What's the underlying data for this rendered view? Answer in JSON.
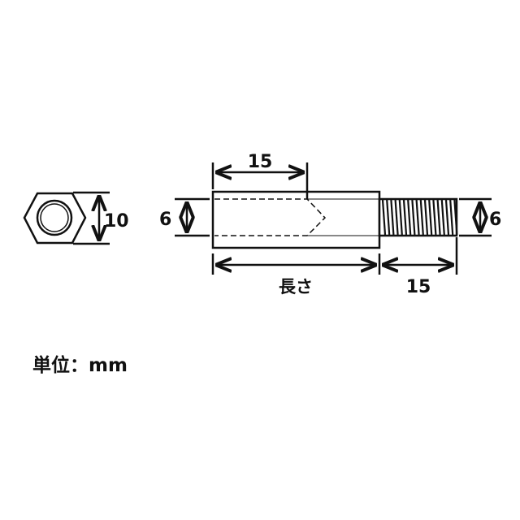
{
  "labels": {
    "hex_width": "10",
    "bore_depth": "15",
    "bore_diameter": "6",
    "thread_diameter": "6",
    "body_length": "長さ",
    "thread_length": "15"
  },
  "unit_text": "単位：mm",
  "colors": {
    "line": "#111111",
    "background": "#ffffff"
  }
}
